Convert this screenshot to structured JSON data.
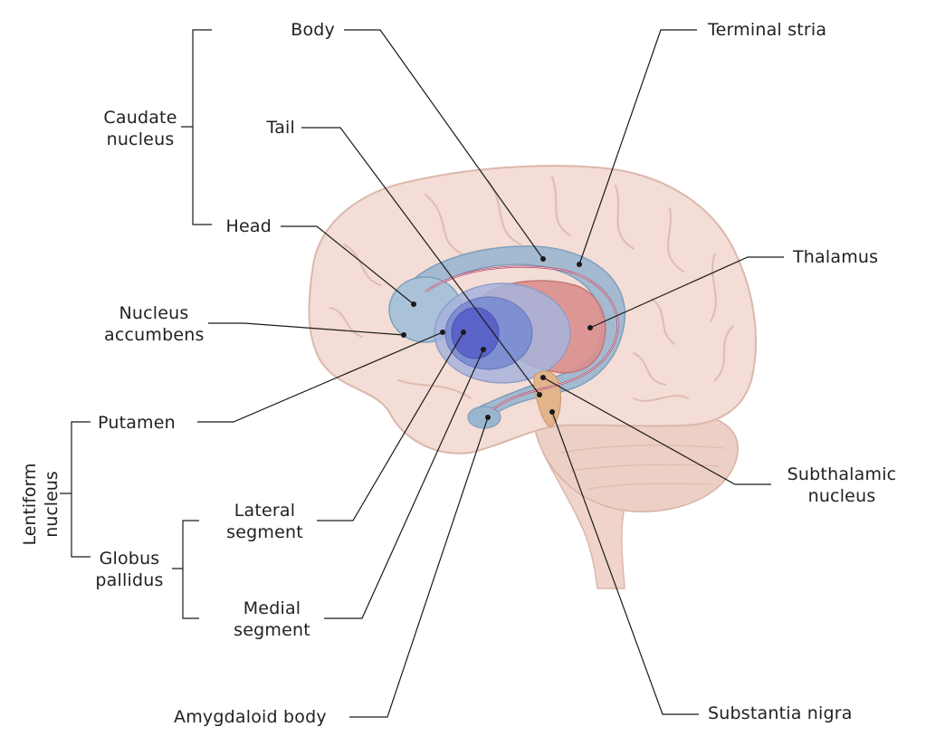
{
  "labels": {
    "body": "Body",
    "tail": "Tail",
    "head": "Head",
    "caudate_nucleus": [
      "Caudate",
      "nucleus"
    ],
    "terminal_stria": "Terminal stria",
    "thalamus": "Thalamus",
    "nucleus_accumbens": [
      "Nucleus",
      "accumbens"
    ],
    "putamen": "Putamen",
    "lentiform_nucleus": [
      "Lentiform",
      "nucleus"
    ],
    "lateral_segment": [
      "Lateral",
      "segment"
    ],
    "globus_pallidus": [
      "Globus",
      "pallidus"
    ],
    "medial_segment": [
      "Medial",
      "segment"
    ],
    "subthalamic_nucleus": [
      "Subthalamic",
      "nucleus"
    ],
    "amygdaloid_body": "Amygdaloid body",
    "substantia_nigra": "Substantia nigra"
  },
  "colors": {
    "brain": "#f3ddd6",
    "brain_fold": "#e2c1b7",
    "caudate": "#9ab6cf",
    "thalamus": "#d98f8e",
    "putamen": "#7e8fd2",
    "globus": "#5a63c8",
    "substantia": "#e2b48a",
    "stria": "#b0406e",
    "leader": "#1a1a1a"
  }
}
